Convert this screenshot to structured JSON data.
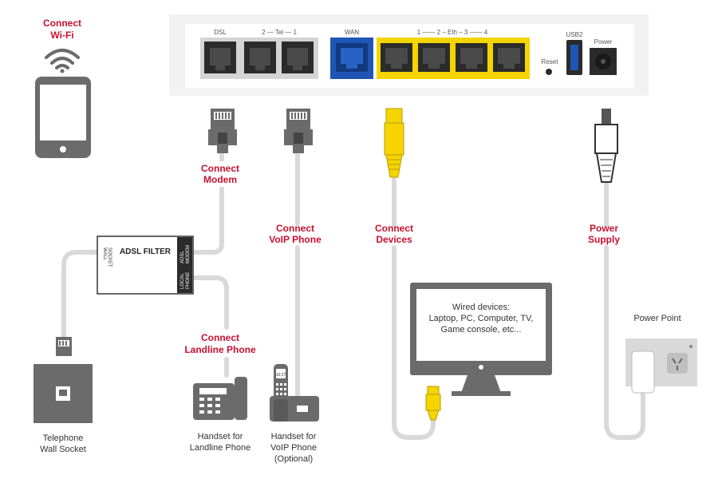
{
  "router": {
    "ports": {
      "dsl": "DSL",
      "tel": "2 — Tel — 1",
      "wan": "WAN",
      "eth": "1 —— 2 – Eth – 3 —— 4",
      "reset": "Reset",
      "usb": "USB2",
      "power": "Power"
    }
  },
  "labels": {
    "wifi": [
      "Connect",
      "Wi-Fi"
    ],
    "modem": [
      "Connect",
      "Modem"
    ],
    "voip": [
      "Connect",
      "VoIP Phone"
    ],
    "devices": [
      "Connect",
      "Devices"
    ],
    "power_supply": [
      "Power",
      "Supply"
    ],
    "landline": [
      "Connect",
      "Landline Phone"
    ]
  },
  "filter": {
    "title": "ADSL FILTER",
    "wall": [
      "WALL",
      "SOCKET"
    ],
    "modem": [
      "ADSL",
      "MODEM"
    ],
    "phone": [
      "LOCAL",
      "PHONE"
    ]
  },
  "monitor": {
    "lines": [
      "Wired devices:",
      "Laptop, PC, Computer, TV,",
      "Game console, etc..."
    ]
  },
  "power_point": "Power Point",
  "captions": {
    "wall_socket": [
      "Telephone",
      "Wall Socket"
    ],
    "landline_handset": [
      "Handset for",
      "Landline Phone"
    ],
    "voip_handset": [
      "Handset for",
      "VoIP Phone",
      "(Optional)"
    ]
  },
  "phone_screen_time": "10:27",
  "colors": {
    "red": "#c8102e",
    "grey": "#6b6b6b",
    "cable": "#d9d9d9",
    "wan_blue": "#1f56b5",
    "eth_yellow": "#f5d400"
  }
}
